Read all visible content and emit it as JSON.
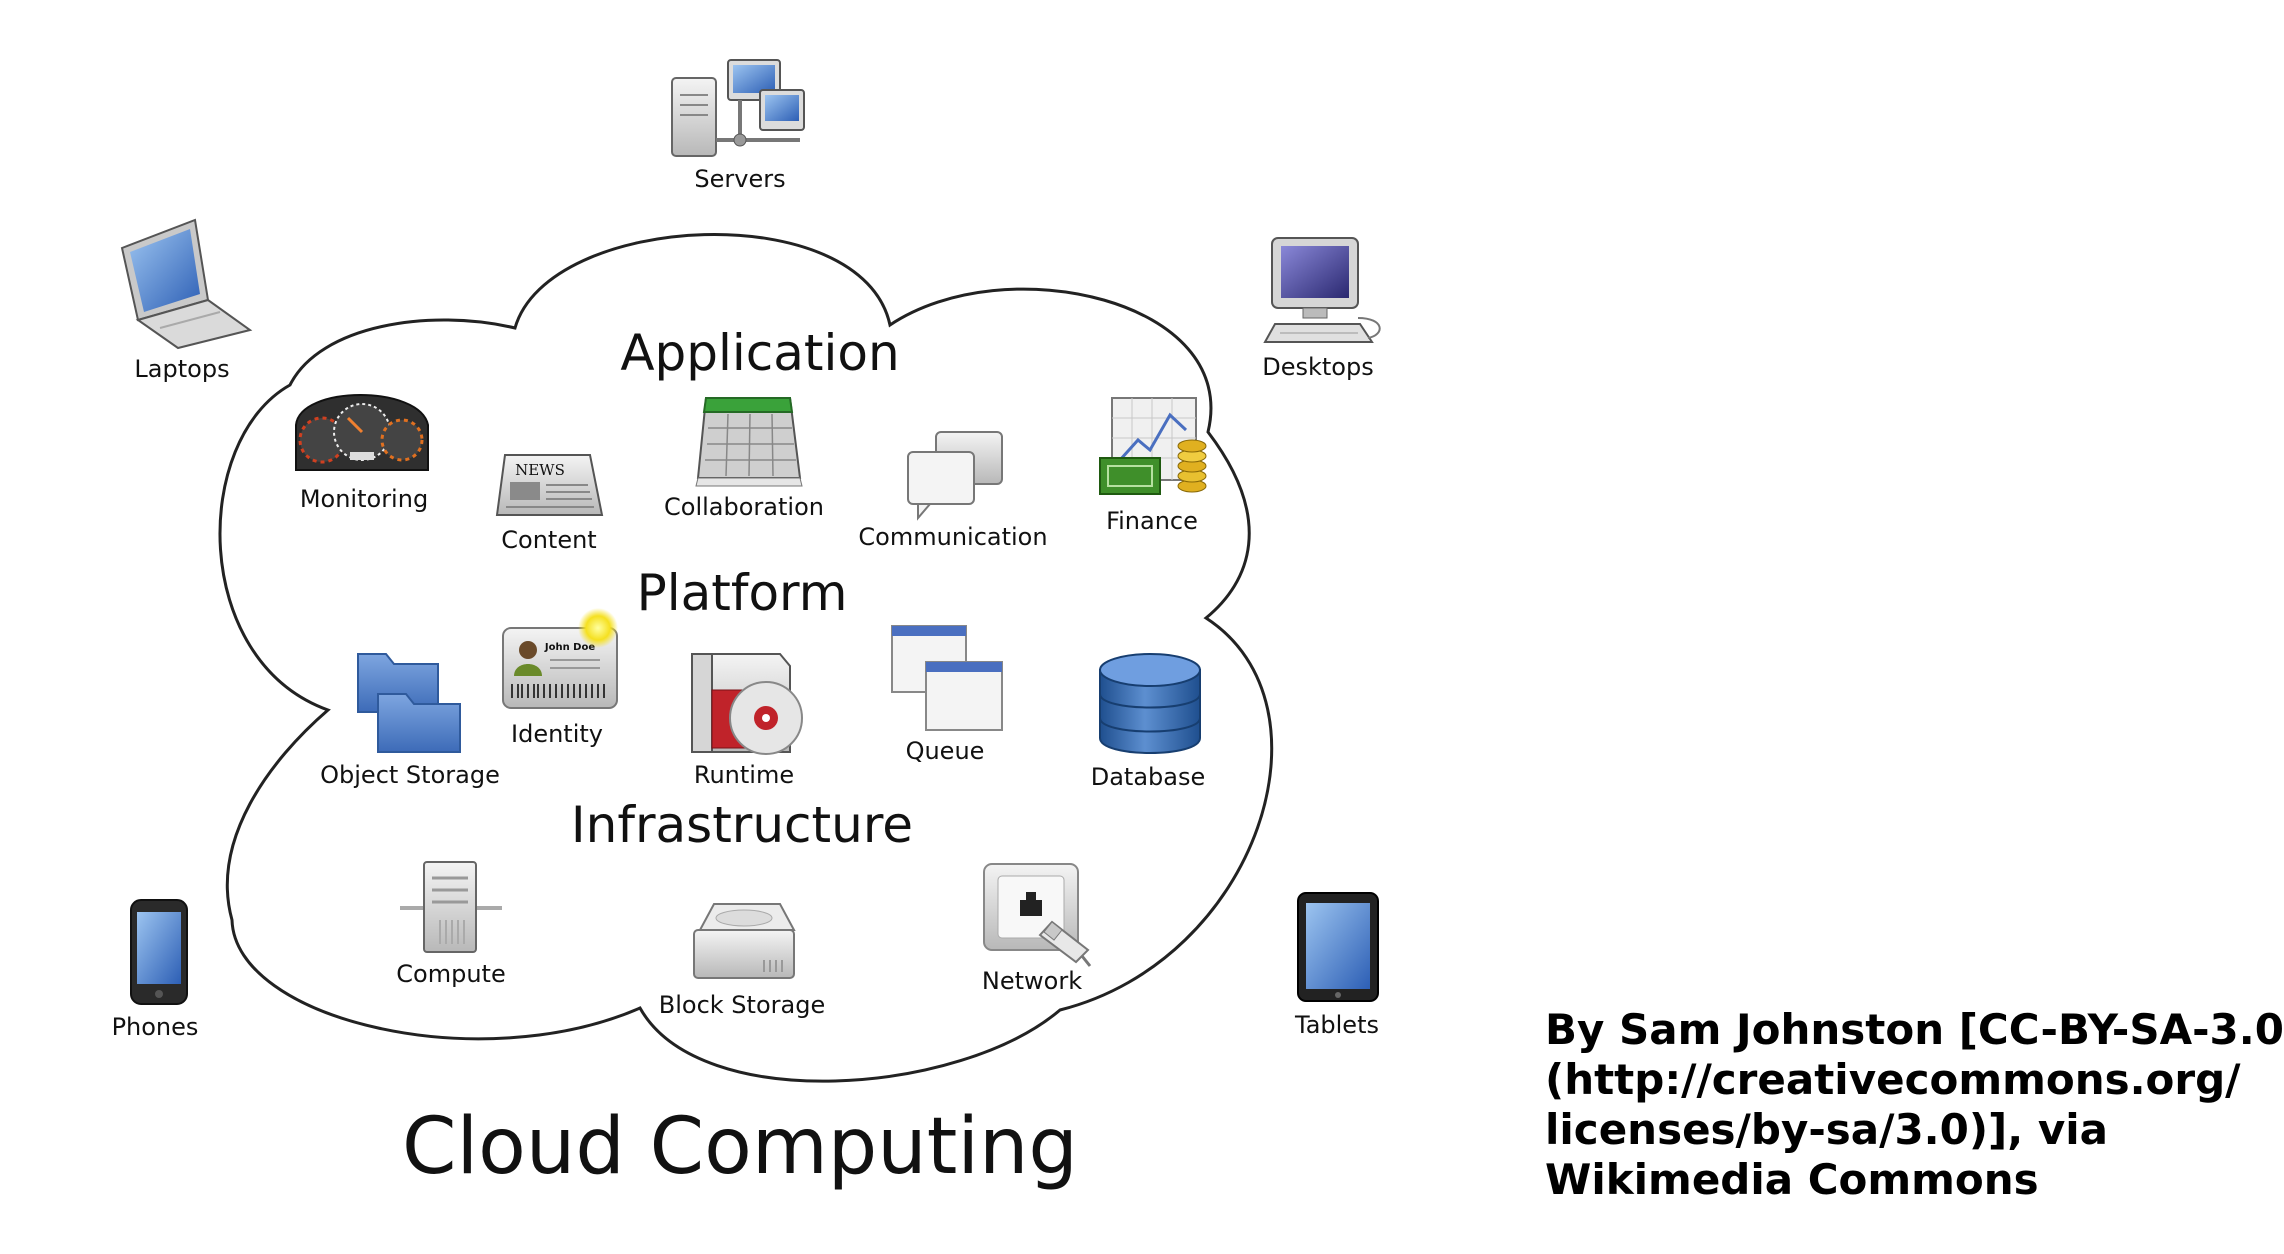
{
  "diagram": {
    "title": "Cloud Computing",
    "sections": {
      "application": "Application",
      "platform": "Platform",
      "infrastructure": "Infrastructure"
    },
    "outside_devices": {
      "servers": "Servers",
      "laptops": "Laptops",
      "desktops": "Desktops",
      "phones": "Phones",
      "tablets": "Tablets"
    },
    "application_items": {
      "monitoring": "Monitoring",
      "content": "Content",
      "collaboration": "Collaboration",
      "communication": "Communication",
      "finance": "Finance"
    },
    "platform_items": {
      "identity": "Identity",
      "object_storage": "Object Storage",
      "runtime": "Runtime",
      "queue": "Queue",
      "database": "Database"
    },
    "infrastructure_items": {
      "compute": "Compute",
      "block_storage": "Block Storage",
      "network": "Network"
    },
    "icon_text": {
      "news": "NEWS",
      "id_name": "John Doe"
    }
  },
  "credit": {
    "line1": "By Sam Johnston [CC-BY-SA-3.0",
    "line2": "(http://creativecommons.org/",
    "line3": "licenses/by-sa/3.0)], via",
    "line4": "Wikimedia Commons"
  },
  "colors": {
    "cloud_outline": "#222222",
    "folder_blue": "#4a79c4",
    "database_blue": "#2f5f9e",
    "calendar_green": "#3aa23a",
    "money_green": "#3f8f2a",
    "coin_gold": "#e0b020",
    "screen_blue": "#3a6fc8"
  }
}
